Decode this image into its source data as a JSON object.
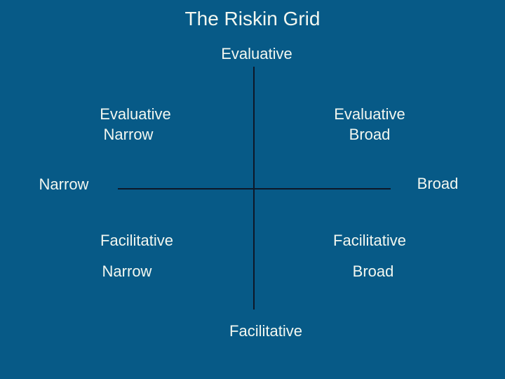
{
  "colors": {
    "background": "#075a87",
    "text": "#f2f7f0",
    "line": "#0d1829"
  },
  "title": "The Riskin Grid",
  "axes": {
    "top_label": "Evaluative",
    "bottom_label": "Facilitative",
    "left_label": "Narrow",
    "right_label": "Broad"
  },
  "quadrants": {
    "top_left": {
      "line1": "Evaluative",
      "line2": "Narrow"
    },
    "top_right": {
      "line1": "Evaluative",
      "line2": "Broad"
    },
    "bottom_left": {
      "line1": "Facilitative",
      "line2": "Narrow"
    },
    "bottom_right": {
      "line1": "Facilitative",
      "line2": "Broad"
    }
  }
}
